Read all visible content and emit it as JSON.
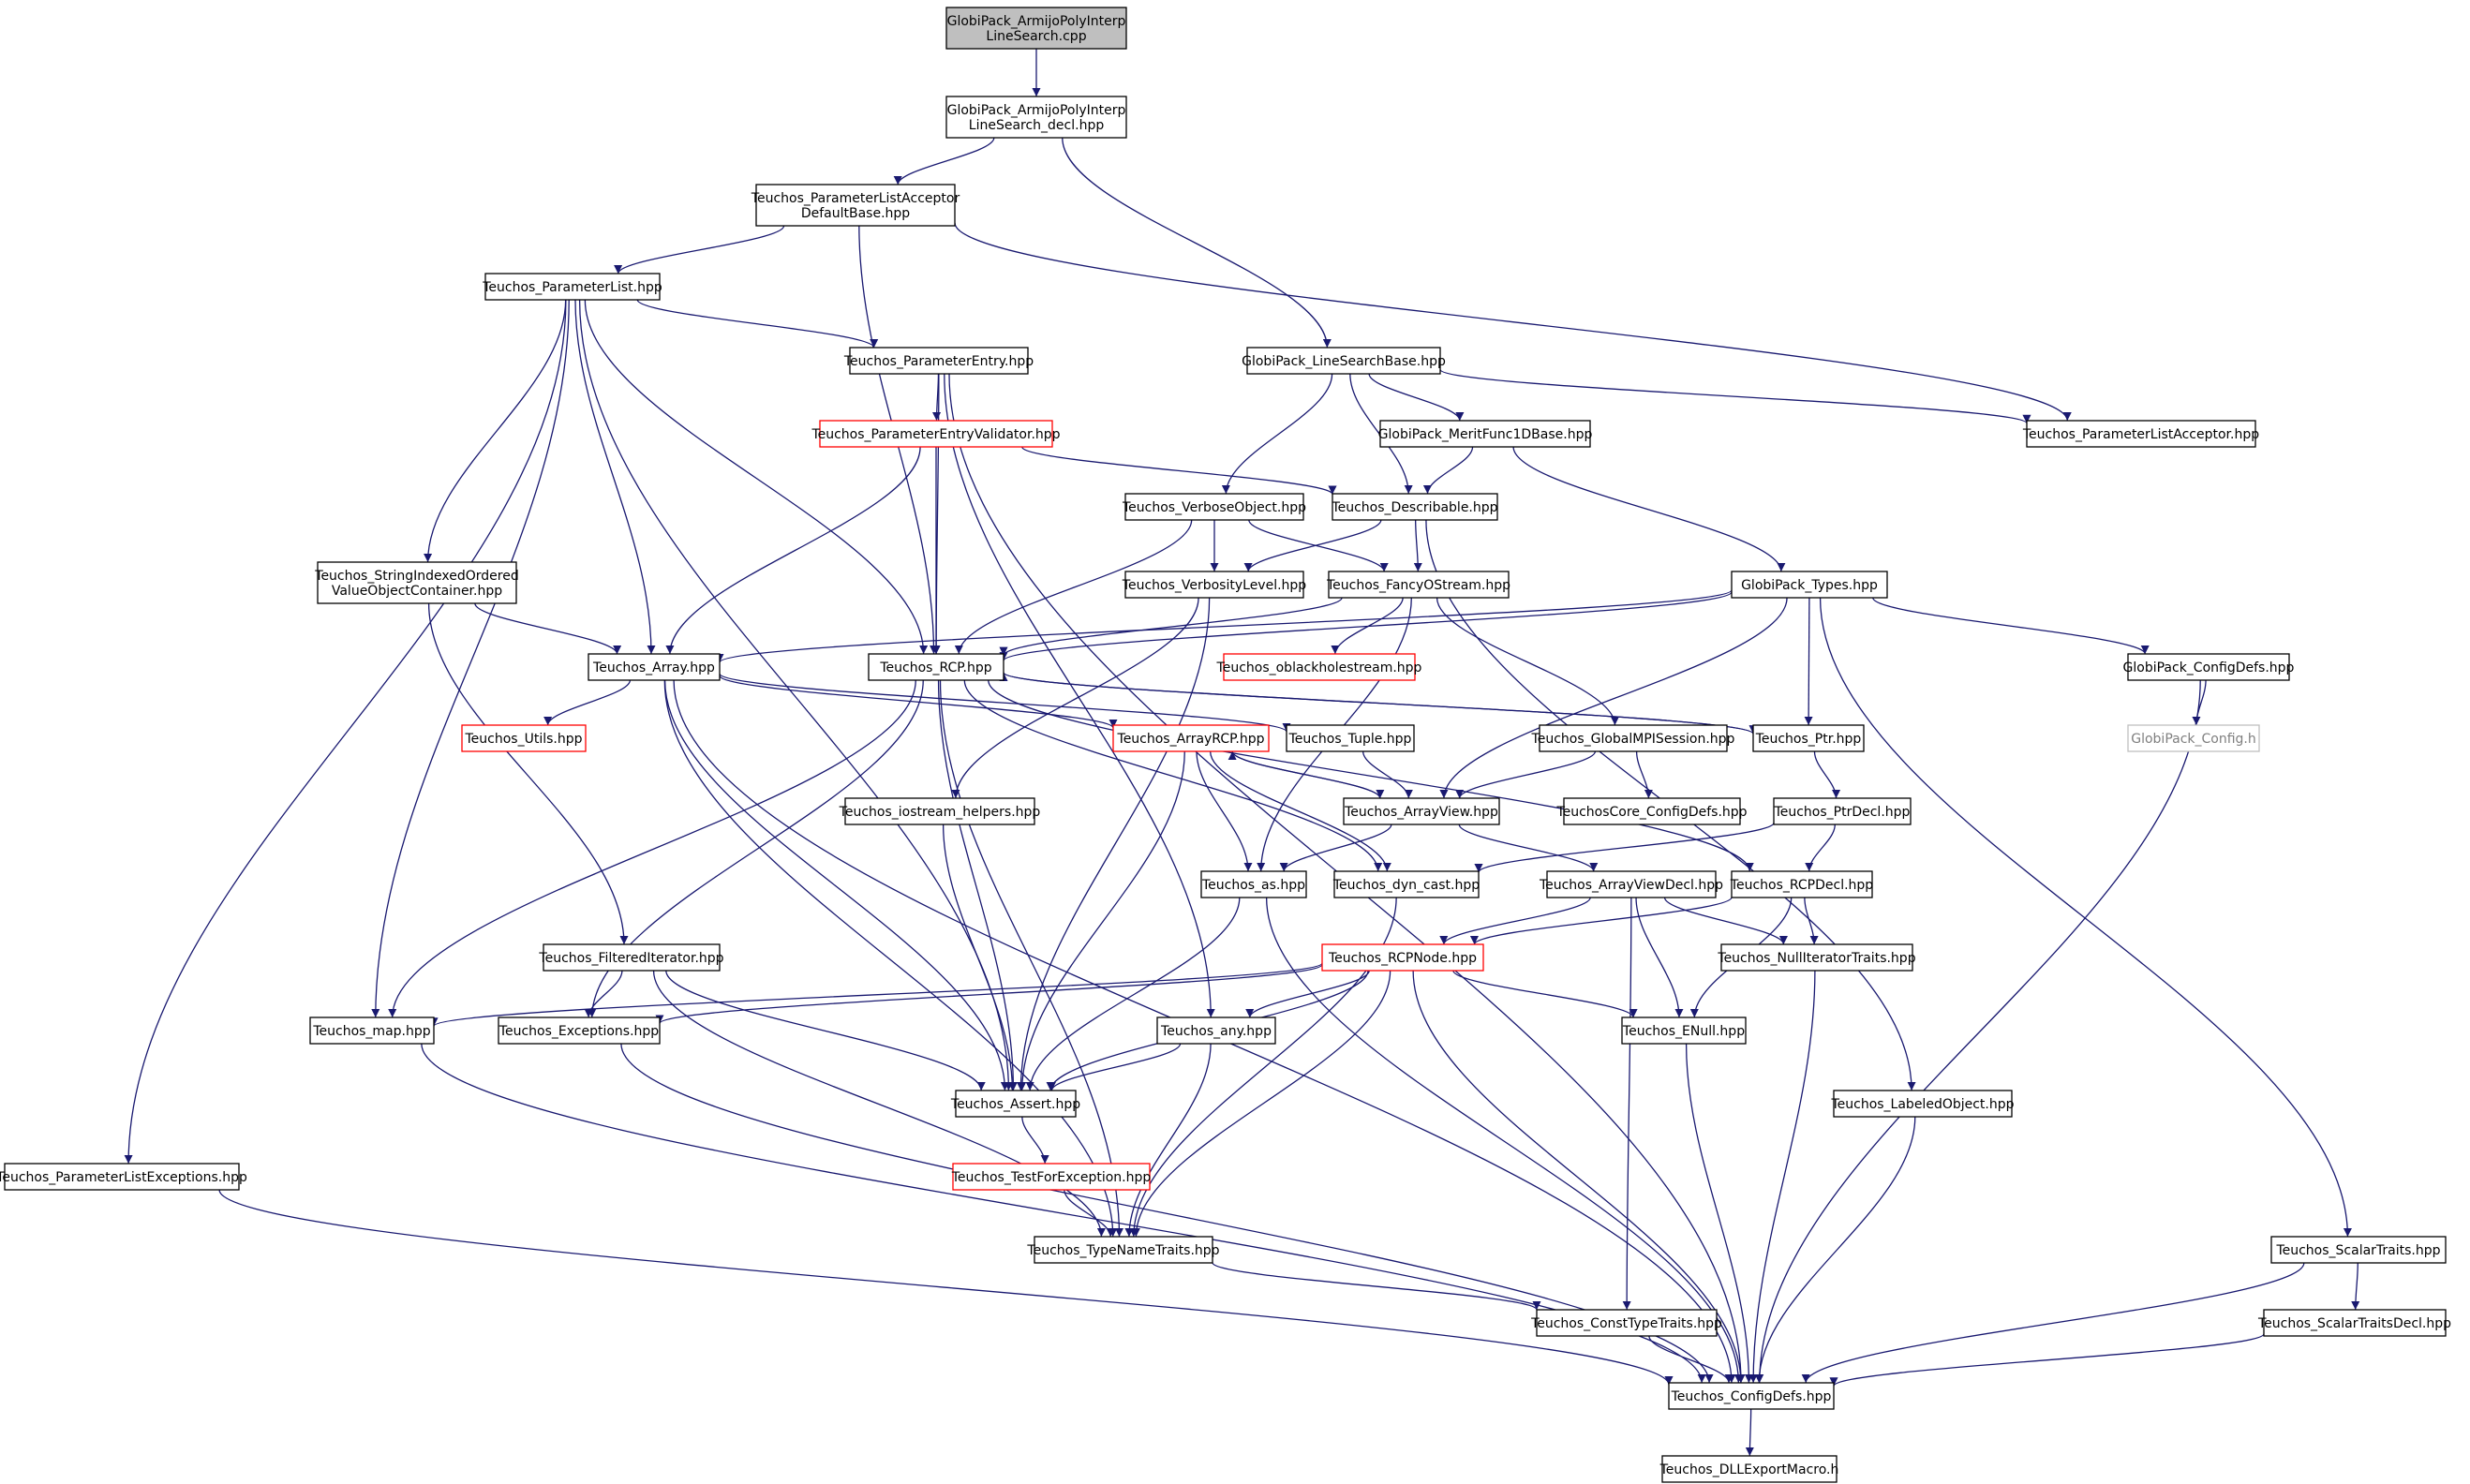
{
  "diagram": {
    "type": "include-dependency-graph",
    "root": "GlobiPack_ArmijoPolyInterpLineSearch.cpp",
    "colors": {
      "edge": "#191970",
      "box": "#000000",
      "red_box": "#ff0000",
      "grey_box": "#bfbfbf",
      "root_fill": "#bfbfbf",
      "text": "#000000",
      "grey_text": "#7f7f7f"
    },
    "nodes": [
      {
        "id": "root",
        "lines": [
          "GlobiPack_ArmijoPolyInterp",
          "LineSearch.cpp"
        ],
        "style": "root"
      },
      {
        "id": "decl",
        "lines": [
          "GlobiPack_ArmijoPolyInterp",
          "LineSearch_decl.hpp"
        ],
        "style": "normal"
      },
      {
        "id": "plad",
        "lines": [
          "Teuchos_ParameterListAcceptor",
          "DefaultBase.hpp"
        ],
        "style": "normal"
      },
      {
        "id": "pl",
        "lines": [
          "Teuchos_ParameterList.hpp"
        ],
        "style": "normal"
      },
      {
        "id": "pe",
        "lines": [
          "Teuchos_ParameterEntry.hpp"
        ],
        "style": "normal"
      },
      {
        "id": "lsb",
        "lines": [
          "GlobiPack_LineSearchBase.hpp"
        ],
        "style": "normal"
      },
      {
        "id": "pla",
        "lines": [
          "Teuchos_ParameterListAcceptor.hpp"
        ],
        "style": "normal"
      },
      {
        "id": "pev",
        "lines": [
          "Teuchos_ParameterEntryValidator.hpp"
        ],
        "style": "red"
      },
      {
        "id": "mf1d",
        "lines": [
          "GlobiPack_MeritFunc1DBase.hpp"
        ],
        "style": "normal"
      },
      {
        "id": "vo",
        "lines": [
          "Teuchos_VerboseObject.hpp"
        ],
        "style": "normal"
      },
      {
        "id": "desc",
        "lines": [
          "Teuchos_Describable.hpp"
        ],
        "style": "normal"
      },
      {
        "id": "sioc",
        "lines": [
          "Teuchos_StringIndexedOrdered",
          "ValueObjectContainer.hpp"
        ],
        "style": "normal"
      },
      {
        "id": "vl",
        "lines": [
          "Teuchos_VerbosityLevel.hpp"
        ],
        "style": "normal"
      },
      {
        "id": "fos",
        "lines": [
          "Teuchos_FancyOStream.hpp"
        ],
        "style": "normal"
      },
      {
        "id": "gpt",
        "lines": [
          "GlobiPack_Types.hpp"
        ],
        "style": "normal"
      },
      {
        "id": "arr",
        "lines": [
          "Teuchos_Array.hpp"
        ],
        "style": "normal"
      },
      {
        "id": "rcp",
        "lines": [
          "Teuchos_RCP.hpp"
        ],
        "style": "normal"
      },
      {
        "id": "obh",
        "lines": [
          "Teuchos_oblackholestream.hpp"
        ],
        "style": "red"
      },
      {
        "id": "gpcd",
        "lines": [
          "GlobiPack_ConfigDefs.hpp"
        ],
        "style": "normal"
      },
      {
        "id": "utils",
        "lines": [
          "Teuchos_Utils.hpp"
        ],
        "style": "red"
      },
      {
        "id": "arcp",
        "lines": [
          "Teuchos_ArrayRCP.hpp"
        ],
        "style": "red"
      },
      {
        "id": "tuple",
        "lines": [
          "Teuchos_Tuple.hpp"
        ],
        "style": "normal"
      },
      {
        "id": "gmpi",
        "lines": [
          "Teuchos_GlobalMPISession.hpp"
        ],
        "style": "normal"
      },
      {
        "id": "ptr",
        "lines": [
          "Teuchos_Ptr.hpp"
        ],
        "style": "normal"
      },
      {
        "id": "gpc",
        "lines": [
          "GlobiPack_Config.h"
        ],
        "style": "grey"
      },
      {
        "id": "ioh",
        "lines": [
          "Teuchos_iostream_helpers.hpp"
        ],
        "style": "normal"
      },
      {
        "id": "av",
        "lines": [
          "Teuchos_ArrayView.hpp"
        ],
        "style": "normal"
      },
      {
        "id": "tccd",
        "lines": [
          "TeuchosCore_ConfigDefs.hpp"
        ],
        "style": "normal"
      },
      {
        "id": "ptrd",
        "lines": [
          "Teuchos_PtrDecl.hpp"
        ],
        "style": "normal"
      },
      {
        "id": "as",
        "lines": [
          "Teuchos_as.hpp"
        ],
        "style": "normal"
      },
      {
        "id": "dync",
        "lines": [
          "Teuchos_dyn_cast.hpp"
        ],
        "style": "normal"
      },
      {
        "id": "avd",
        "lines": [
          "Teuchos_ArrayViewDecl.hpp"
        ],
        "style": "normal"
      },
      {
        "id": "rcpd",
        "lines": [
          "Teuchos_RCPDecl.hpp"
        ],
        "style": "normal"
      },
      {
        "id": "fi",
        "lines": [
          "Teuchos_FilteredIterator.hpp"
        ],
        "style": "normal"
      },
      {
        "id": "rcpn",
        "lines": [
          "Teuchos_RCPNode.hpp"
        ],
        "style": "red"
      },
      {
        "id": "nit",
        "lines": [
          "Teuchos_NullIteratorTraits.hpp"
        ],
        "style": "normal"
      },
      {
        "id": "map",
        "lines": [
          "Teuchos_map.hpp"
        ],
        "style": "normal"
      },
      {
        "id": "exc",
        "lines": [
          "Teuchos_Exceptions.hpp"
        ],
        "style": "normal"
      },
      {
        "id": "any",
        "lines": [
          "Teuchos_any.hpp"
        ],
        "style": "normal"
      },
      {
        "id": "enull",
        "lines": [
          "Teuchos_ENull.hpp"
        ],
        "style": "normal"
      },
      {
        "id": "asrt",
        "lines": [
          "Teuchos_Assert.hpp"
        ],
        "style": "normal"
      },
      {
        "id": "lo",
        "lines": [
          "Teuchos_LabeledObject.hpp"
        ],
        "style": "normal"
      },
      {
        "id": "ple",
        "lines": [
          "Teuchos_ParameterListExceptions.hpp"
        ],
        "style": "normal"
      },
      {
        "id": "tfe",
        "lines": [
          "Teuchos_TestForException.hpp"
        ],
        "style": "red"
      },
      {
        "id": "tnt",
        "lines": [
          "Teuchos_TypeNameTraits.hpp"
        ],
        "style": "normal"
      },
      {
        "id": "st",
        "lines": [
          "Teuchos_ScalarTraits.hpp"
        ],
        "style": "normal"
      },
      {
        "id": "ctt",
        "lines": [
          "Teuchos_ConstTypeTraits.hpp"
        ],
        "style": "normal"
      },
      {
        "id": "std",
        "lines": [
          "Teuchos_ScalarTraitsDecl.hpp"
        ],
        "style": "normal"
      },
      {
        "id": "cd",
        "lines": [
          "Teuchos_ConfigDefs.hpp"
        ],
        "style": "normal"
      },
      {
        "id": "dll",
        "lines": [
          "Teuchos_DLLExportMacro.h"
        ],
        "style": "normal"
      }
    ],
    "edges": [
      [
        "root",
        "decl"
      ],
      [
        "decl",
        "plad"
      ],
      [
        "decl",
        "lsb"
      ],
      [
        "plad",
        "pl"
      ],
      [
        "plad",
        "rcp"
      ],
      [
        "plad",
        "pla"
      ],
      [
        "pl",
        "pe"
      ],
      [
        "pl",
        "sioc"
      ],
      [
        "pl",
        "arr"
      ],
      [
        "pl",
        "rcp"
      ],
      [
        "pl",
        "map"
      ],
      [
        "pl",
        "asrt"
      ],
      [
        "pl",
        "ple"
      ],
      [
        "pe",
        "pev"
      ],
      [
        "pe",
        "rcp"
      ],
      [
        "pe",
        "any"
      ],
      [
        "pe",
        "cd"
      ],
      [
        "pev",
        "desc"
      ],
      [
        "pev",
        "arr"
      ],
      [
        "pev",
        "rcp"
      ],
      [
        "lsb",
        "pla"
      ],
      [
        "lsb",
        "mf1d"
      ],
      [
        "lsb",
        "vo"
      ],
      [
        "lsb",
        "desc"
      ],
      [
        "mf1d",
        "desc"
      ],
      [
        "mf1d",
        "gpt"
      ],
      [
        "vo",
        "vl"
      ],
      [
        "vo",
        "fos"
      ],
      [
        "vo",
        "rcp"
      ],
      [
        "desc",
        "vl"
      ],
      [
        "desc",
        "fos"
      ],
      [
        "desc",
        "lo"
      ],
      [
        "sioc",
        "arr"
      ],
      [
        "sioc",
        "fi"
      ],
      [
        "vl",
        "ioh"
      ],
      [
        "vl",
        "asrt"
      ],
      [
        "fos",
        "rcp"
      ],
      [
        "fos",
        "obh"
      ],
      [
        "fos",
        "gmpi"
      ],
      [
        "fos",
        "as"
      ],
      [
        "gpt",
        "arr"
      ],
      [
        "gpt",
        "rcp"
      ],
      [
        "gpt",
        "ptr"
      ],
      [
        "gpt",
        "av"
      ],
      [
        "gpt",
        "gpcd"
      ],
      [
        "gpt",
        "st"
      ],
      [
        "arr",
        "utils"
      ],
      [
        "arr",
        "arcp"
      ],
      [
        "arr",
        "tuple"
      ],
      [
        "arr",
        "asrt"
      ],
      [
        "arr",
        "tnt"
      ],
      [
        "arr",
        "cd"
      ],
      [
        "rcp",
        "ptr"
      ],
      [
        "rcp",
        "rcpd"
      ],
      [
        "rcp",
        "map"
      ],
      [
        "rcp",
        "exc"
      ],
      [
        "rcp",
        "asrt"
      ],
      [
        "rcp",
        "tnt"
      ],
      [
        "rcp",
        "dync"
      ],
      [
        "arcp",
        "av"
      ],
      [
        "arcp",
        "as"
      ],
      [
        "arcp",
        "dync"
      ],
      [
        "arcp",
        "asrt"
      ],
      [
        "tuple",
        "av"
      ],
      [
        "gmpi",
        "av"
      ],
      [
        "gmpi",
        "tccd"
      ],
      [
        "ptr",
        "rcp"
      ],
      [
        "ptr",
        "ptrd"
      ],
      [
        "gpcd",
        "gpc"
      ],
      [
        "gpcd",
        "cd"
      ],
      [
        "ioh",
        "asrt"
      ],
      [
        "av",
        "arcp"
      ],
      [
        "av",
        "as"
      ],
      [
        "av",
        "avd"
      ],
      [
        "ptrd",
        "dync"
      ],
      [
        "ptrd",
        "rcpd"
      ],
      [
        "as",
        "asrt"
      ],
      [
        "as",
        "cd"
      ],
      [
        "dync",
        "tnt"
      ],
      [
        "avd",
        "rcpn"
      ],
      [
        "avd",
        "enull"
      ],
      [
        "avd",
        "nit"
      ],
      [
        "avd",
        "ctt"
      ],
      [
        "rcpd",
        "rcpn"
      ],
      [
        "rcpd",
        "enull"
      ],
      [
        "rcpd",
        "nit"
      ],
      [
        "fi",
        "exc"
      ],
      [
        "fi",
        "asrt"
      ],
      [
        "fi",
        "tnt"
      ],
      [
        "rcpn",
        "map"
      ],
      [
        "rcpn",
        "exc"
      ],
      [
        "rcpn",
        "any"
      ],
      [
        "rcpn",
        "asrt"
      ],
      [
        "rcpn",
        "enull"
      ],
      [
        "rcpn",
        "tnt"
      ],
      [
        "rcpn",
        "cd"
      ],
      [
        "nit",
        "cd"
      ],
      [
        "map",
        "cd"
      ],
      [
        "exc",
        "cd"
      ],
      [
        "any",
        "asrt"
      ],
      [
        "any",
        "tnt"
      ],
      [
        "enull",
        "cd"
      ],
      [
        "asrt",
        "tfe"
      ],
      [
        "tfe",
        "tnt"
      ],
      [
        "lo",
        "cd"
      ],
      [
        "ple",
        "cd"
      ],
      [
        "tnt",
        "ctt"
      ],
      [
        "st",
        "std"
      ],
      [
        "st",
        "cd"
      ],
      [
        "ctt",
        "cd"
      ],
      [
        "std",
        "cd"
      ],
      [
        "cd",
        "dll"
      ]
    ]
  }
}
